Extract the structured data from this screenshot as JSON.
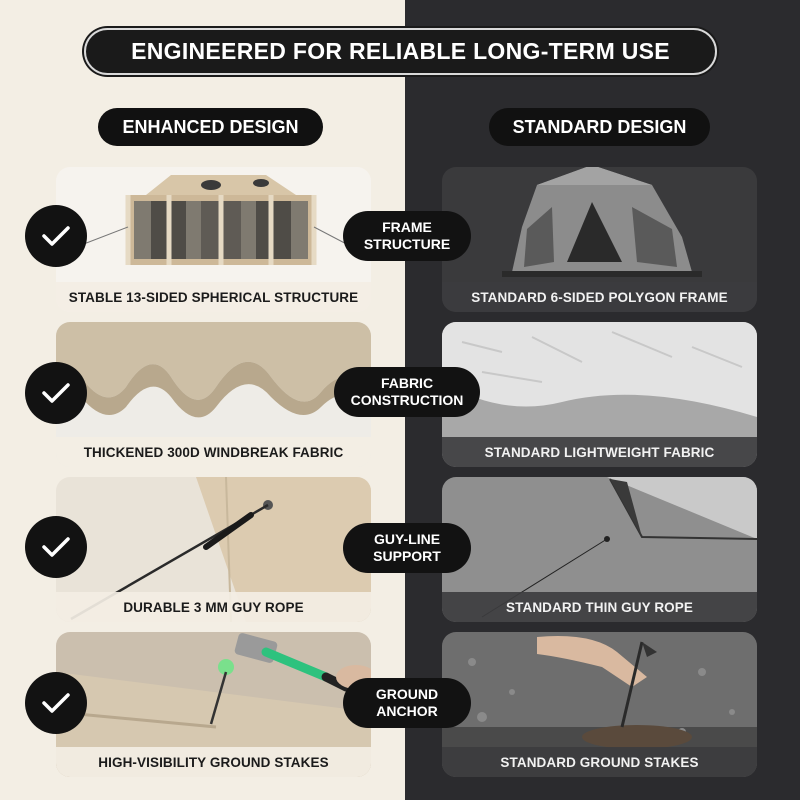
{
  "header": {
    "title": "ENGINEERED FOR RELIABLE LONG-TERM USE"
  },
  "columns": {
    "left": {
      "title": "ENHANCED DESIGN"
    },
    "right": {
      "title": "STANDARD DESIGN"
    }
  },
  "rows": [
    {
      "label_line1": "FRAME",
      "label_line2": "STRUCTURE",
      "enhanced": "STABLE 13-SIDED SPHERICAL STRUCTURE",
      "standard": "STANDARD 6-SIDED POLYGON FRAME"
    },
    {
      "label_line1": "FABRIC",
      "label_line2": "CONSTRUCTION",
      "enhanced": "THICKENED 300D WINDBREAK FABRIC",
      "standard": "STANDARD LIGHTWEIGHT FABRIC"
    },
    {
      "label_line1": "GUY-LINE",
      "label_line2": "SUPPORT",
      "enhanced": "DURABLE 3 MM GUY ROPE",
      "standard": "STANDARD THIN GUY ROPE"
    },
    {
      "label_line1": "GROUND",
      "label_line2": "ANCHOR",
      "enhanced": "HIGH-VISIBILITY GROUND STAKES",
      "standard": "STANDARD GROUND STAKES"
    }
  ],
  "colors": {
    "left_background": "#f3eee4",
    "right_background": "#2b2b2e",
    "badge": "#121212",
    "tent_beige": "#d8c6a8",
    "tent_gray": "#8a8a8a"
  },
  "icons": [
    "check-icon"
  ]
}
